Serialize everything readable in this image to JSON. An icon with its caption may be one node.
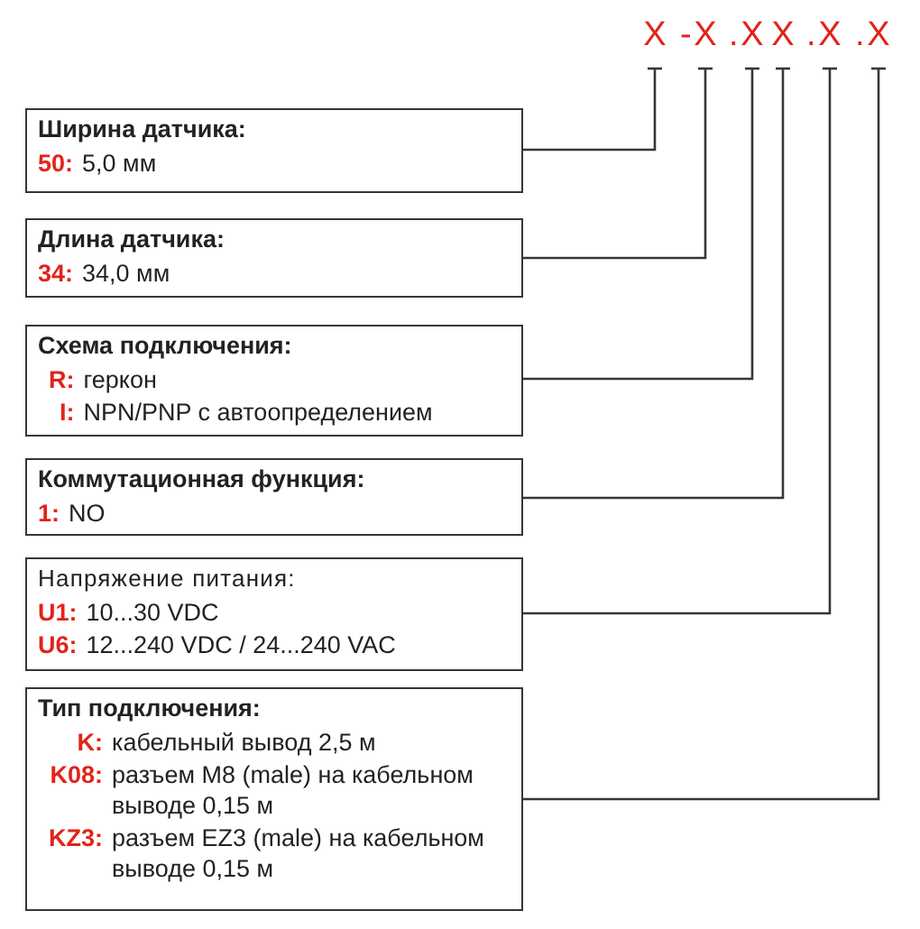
{
  "diagram": {
    "nodes": [
      {
        "text": [
          "X"
        ]
      },
      {
        "text": [
          "X"
        ]
      },
      {
        "text": [
          "X"
        ]
      },
      {
        "text": [
          "X"
        ]
      },
      {
        "text": [
          "X"
        ]
      },
      {
        "text": [
          "X"
        ]
      },
      {
        "text": [
          "Ширина датчика:",
          "50:",
          "5,0 мм"
        ]
      },
      {
        "text": [
          "Длина датчика:",
          "34:",
          "34,0 мм"
        ]
      },
      {
        "text": [
          "Схема подключения:",
          "R:",
          "геркон",
          "I:",
          "NPN/PNP с автоопределением"
        ]
      },
      {
        "text": [
          "Коммутационная функция:",
          "1:",
          "NO"
        ]
      },
      {
        "text": [
          "Напряжение питания:",
          "U1:",
          "10...30 VDC",
          "U6:",
          "12...240 VDC / 24...240 VAC"
        ]
      },
      {
        "text": [
          "Тип подключения:",
          "K:",
          "кабельный вывод 2,5 м",
          "K08:",
          "разъем M8 (male) на кабельном выводе 0,15 м",
          "KZ3:",
          "разъем EZ3 (male) на кабельном выводе 0,15 м"
        ]
      }
    ],
    "edges": [
      {
        "from": 0,
        "to": 6,
        "arrow": "none"
      },
      {
        "from": 1,
        "to": 7,
        "arrow": "none"
      },
      {
        "from": 2,
        "to": 8,
        "arrow": "none"
      },
      {
        "from": 3,
        "to": 9,
        "arrow": "none"
      },
      {
        "from": 4,
        "to": 10,
        "arrow": "none"
      },
      {
        "from": 5,
        "to": 11,
        "arrow": "none"
      }
    ],
    "labels": [
      "-",
      ".",
      ".",
      "."
    ]
  }
}
